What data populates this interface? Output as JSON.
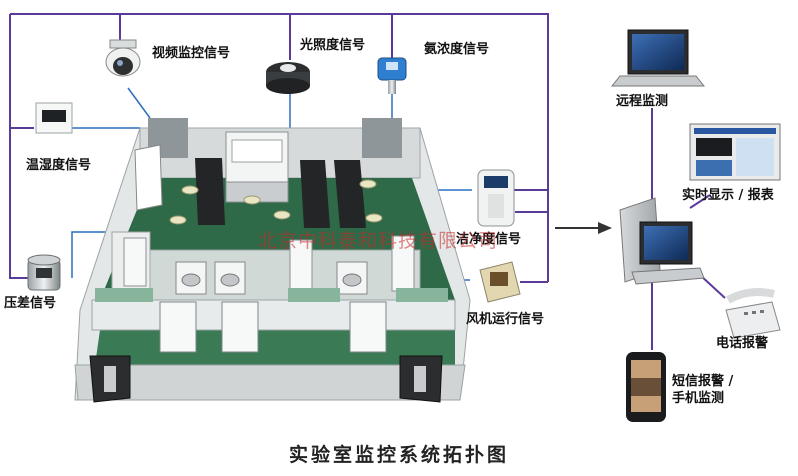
{
  "title": "实验室监控系统拓扑图",
  "watermark": "北京中科泰和科技有限公司",
  "colors": {
    "link": "#5b3b9a",
    "lan": "#2a6fc0",
    "floor": "#2f6a48",
    "wall": "#cfd3d3"
  },
  "signals": {
    "video": "视频监控信号",
    "light": "光照度信号",
    "ammonia": "氨浓度信号",
    "temp_humidity": "温湿度信号",
    "pressure": "压差信号",
    "cleanliness": "洁净度信号",
    "fan": "风机运行信号"
  },
  "outputs": {
    "remote": "远程监测",
    "realtime": "实时显示 / 报表",
    "phone": "电话报警",
    "sms_line1": "短信报警 /",
    "sms_line2": "手机监测"
  }
}
